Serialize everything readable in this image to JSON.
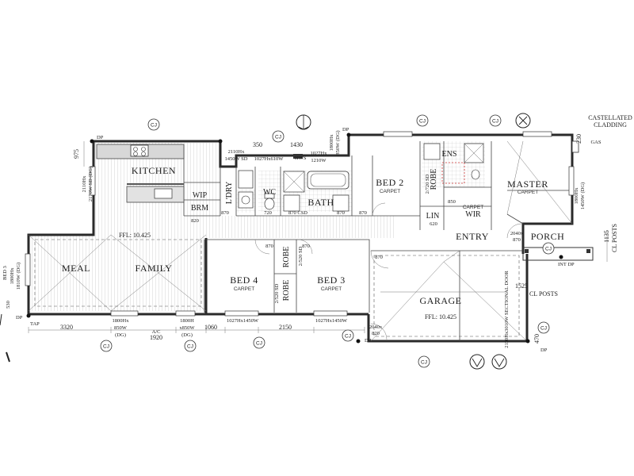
{
  "rooms": {
    "kitchen": "KITCHEN",
    "wip": "WIP",
    "brm": "BRM",
    "ldry": "L'DRY",
    "wc": "WC",
    "bath": "BATH",
    "bed2": "BED 2",
    "bed2_floor": "CARPET",
    "ens": "ENS",
    "robe_bed2": "ROBE",
    "master": "MASTER",
    "master_floor": "CARPET",
    "lin": "LIN",
    "wir": "WIR",
    "wir_floor": "CARPET",
    "entry": "ENTRY",
    "porch": "PORCH",
    "meal": "MEAL",
    "family": "FAMILY",
    "bed4": "BED 4",
    "bed4_floor": "CARPET",
    "bed3": "BED 3",
    "bed3_floor": "CARPET",
    "robe_bed4": "ROBE",
    "robe_bed3": "ROBE",
    "garage": "GARAGE",
    "garage_ffl": "FFL: 10.425",
    "living_ffl": "FFL: 10.425"
  },
  "notes": {
    "castellated_line1": "CASTELLATED",
    "castellated_line2": "CLADDING",
    "gas": "GAS",
    "dp": "DP",
    "cj": "CJ",
    "int_dp": "INT DP",
    "tap": "TAP",
    "ac": "A/C",
    "hws": "HWS"
  },
  "dims": {
    "d975": "975",
    "d2110hx_top": "2110Hx",
    "d1450w_sd": "1450W SD",
    "d350": "350",
    "d1027hx610w": "1027Hx610W",
    "d1430": "1430",
    "d1027hx": "1027Hx",
    "d1210w": "1210W",
    "d1800hx_top": "1800Hx",
    "d850w_dg_top": "850W (DG)",
    "d230": "230",
    "d2110hx_left": "2110Hx",
    "d2170w_left": "2170W SD (DG)",
    "d820_wip": "820",
    "d870_ldry": "870",
    "d720": "720",
    "d870csd": "870 CSD",
    "d870_bath": "870",
    "d870_bed2": "870",
    "d2720sd": "2/720 SD",
    "d850": "850",
    "d620": "620",
    "d1800hx_right": "1800Hx",
    "d1450w_right": "1450W (DG)",
    "d1135": "1135",
    "cl_posts_right": "CL POSTS",
    "d2040x870": "2040x",
    "d870_entry": "870",
    "d870_bed4": "870",
    "d870_bed3": "870",
    "d2520sd_top": "2/520 SD",
    "d2520sd_bot": "2/520 SD",
    "d870_garage": "870",
    "d1525": "1525",
    "cl_posts_bottom": "CL POSTS",
    "d1800hx_left": "1800Hx",
    "d1810w_left": "1810W (DG)",
    "d530": "530",
    "d3320": "3320",
    "d1800hx_b1": "1800Hx",
    "d850w_b1": "850W",
    "dg_b1": "(DG)",
    "d1920": "1920",
    "d1800h_b2": "1800H",
    "d850w_b2": "x850W",
    "dg_b2": "(DG)",
    "d1060": "1060",
    "d1027hx1450w_b1": "1027Hx1450W",
    "d2150": "2150",
    "d1027hx1450w_b2": "1027Hx1450W",
    "d2040x820": "2040x",
    "d820_garage": "820",
    "d470": "470",
    "d2150hx3010w": "2150Hx3010W SECTIONAL DOOR",
    "bed3_side": "BED 3",
    "d1800h_left": "1800H"
  }
}
